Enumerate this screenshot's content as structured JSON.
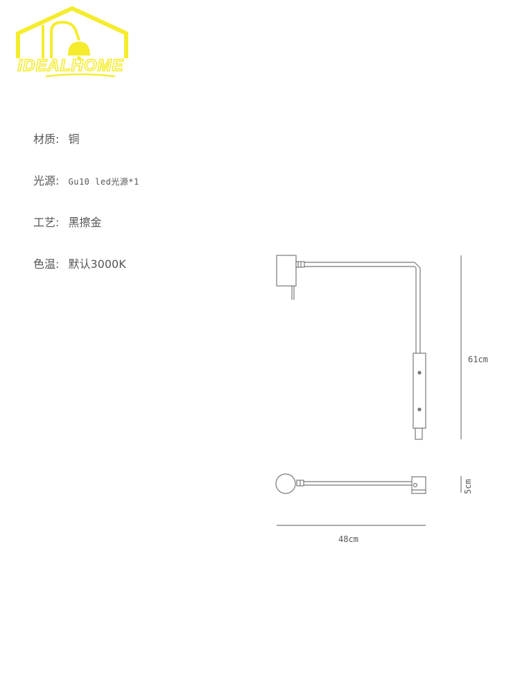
{
  "brand": {
    "logo_text": "IDEALHOME",
    "logo_color": "#f5ec2e"
  },
  "specs": [
    {
      "label": "材质:",
      "value": "铜"
    },
    {
      "label": "光源:",
      "value": "Gu10 led光源*1"
    },
    {
      "label": "工艺:",
      "value": "黑擦金"
    },
    {
      "label": "色温:",
      "value": "默认3000K"
    }
  ],
  "dimensions": {
    "height": "61cm",
    "depth": "5cm",
    "width": "48cm"
  },
  "line_color": "#777777"
}
